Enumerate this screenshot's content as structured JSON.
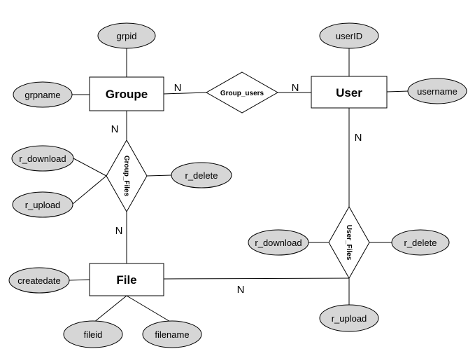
{
  "entities": {
    "groupe": "Groupe",
    "user": "User",
    "file": "File"
  },
  "relationships": {
    "group_users": "Group_users",
    "group_files": "Group_Files",
    "user_files": "User_Files"
  },
  "attributes": {
    "grpid": "grpid",
    "grpname": "grpname",
    "userid": "userID",
    "username": "username",
    "group_files_r_download": "r_download",
    "group_files_r_upload": "r_upload",
    "group_files_r_delete": "r_delete",
    "user_files_r_download": "r_download",
    "user_files_r_delete": "r_delete",
    "user_files_r_upload": "r_upload",
    "createdate": "createdate",
    "fileid": "fileid",
    "filename": "filename"
  },
  "cardinalities": {
    "groupe_group_users": "N",
    "user_group_users": "N",
    "groupe_group_files": "N",
    "file_group_files": "N",
    "user_user_files": "N",
    "file_user_files": "N"
  },
  "colors": {
    "attribute_fill": "#d6d6d6",
    "stroke": "#000000",
    "background": "#ffffff"
  }
}
